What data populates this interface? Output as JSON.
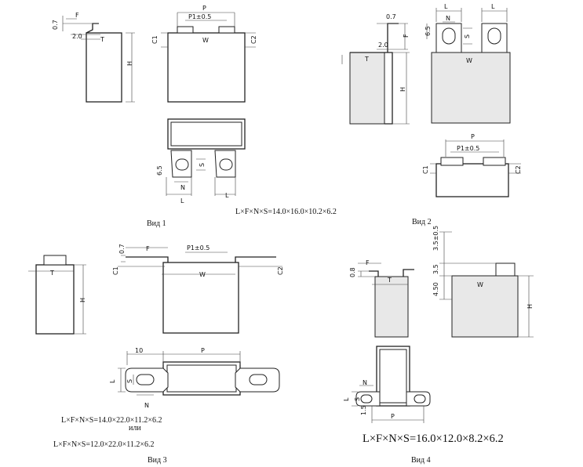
{
  "dims": {
    "F": "F",
    "T": "T",
    "H": "H",
    "W": "W",
    "P": "P",
    "L": "L",
    "N": "N",
    "S": "S",
    "C1": "C1",
    "C2": "C2",
    "P1": "P1±0.5",
    "d07": "0.7",
    "d20": "2.0",
    "d65": "6.5",
    "d08": "0.8",
    "d35": "3.5",
    "d450": "4.50",
    "d15": "1.5",
    "d10": "10",
    "d3505": "3.5±0.5"
  },
  "views": {
    "v1": "Вид 1",
    "v2": "Вид 2",
    "v3": "Вид 3",
    "v4": "Вид 4"
  },
  "formulas": {
    "f1": "L×F×N×S=14.0×16.0×10.2×6.2",
    "f3a": "L×F×N×S=14.0×22.0×11.2×6.2",
    "f3or": "или",
    "f3b": "L×F×N×S=12.0×22.0×11.2×6.2",
    "f4": "L×F×N×S=16.0×12.0×8.2×6.2"
  }
}
